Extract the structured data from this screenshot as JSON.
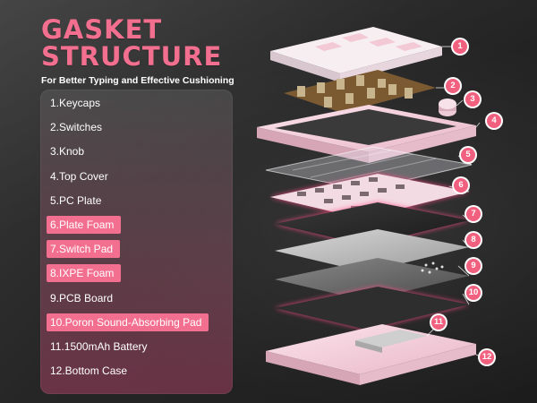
{
  "title": {
    "line1": "GASKET",
    "line2": "STRUCTURE"
  },
  "subtitle": "For Better Typing and Effective Cushioning",
  "colors": {
    "accent": "#f36f8f",
    "callout": "#f2607f",
    "panel_top": "#5a5a5a",
    "panel_bottom": "#be466e"
  },
  "parts": [
    {
      "label": "1.Keycaps",
      "highlight": false
    },
    {
      "label": "2.Switches",
      "highlight": false
    },
    {
      "label": "3.Knob",
      "highlight": false
    },
    {
      "label": "4.Top Cover",
      "highlight": false
    },
    {
      "label": "5.PC Plate",
      "highlight": false
    },
    {
      "label": "6.Plate Foam",
      "highlight": true
    },
    {
      "label": "7.Switch Pad",
      "highlight": true
    },
    {
      "label": "8.IXPE Foam",
      "highlight": true
    },
    {
      "label": "9.PCB Board",
      "highlight": false
    },
    {
      "label": "10.Poron Sound-Absorbing Pad",
      "highlight": true
    },
    {
      "label": "11.1500mAh Battery",
      "highlight": false
    },
    {
      "label": "12.Bottom Case",
      "highlight": false
    }
  ],
  "callouts": [
    "1",
    "2",
    "3",
    "4",
    "5",
    "6",
    "7",
    "8",
    "9",
    "10",
    "11",
    "12"
  ]
}
